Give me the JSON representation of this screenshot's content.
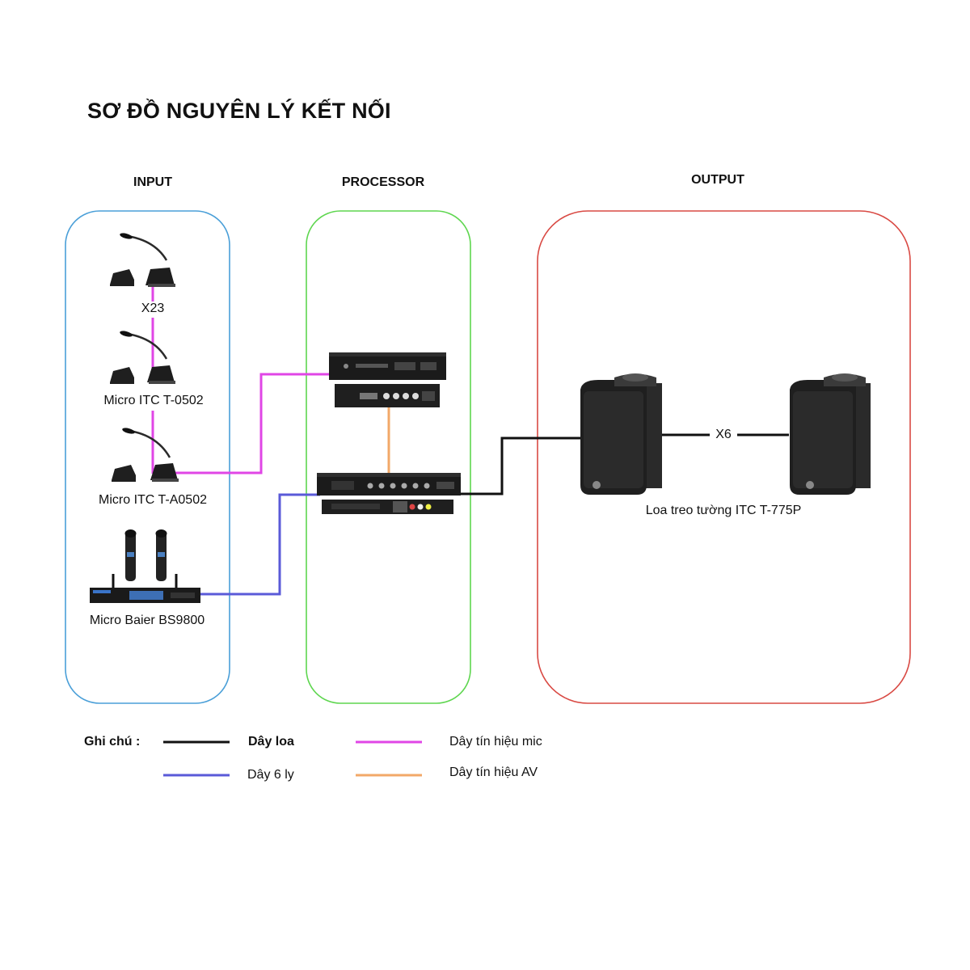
{
  "title": "SƠ ĐỒ NGUYÊN LÝ KẾT NỐI",
  "sections": {
    "input": "INPUT",
    "processor": "PROCESSOR",
    "output": "OUTPUT"
  },
  "devices": {
    "mic_count": "X23",
    "mic_delegate": "Micro ITC T-0502",
    "mic_chairman": "Micro ITC T-A0502",
    "wireless_mic": "Micro Baier BS9800",
    "speaker_count": "X6",
    "speaker": "Loa treo tường ITC T-775P"
  },
  "legend": {
    "heading": "Ghi chú :",
    "speaker_cable": "Dây loa",
    "cable_6mm": "Dây 6 ly",
    "mic_signal": "Dây tín hiệu mic",
    "av_signal": "Dây tín hiệu AV"
  },
  "colors": {
    "input_box": "#4a9fd8",
    "processor_box": "#5ed64f",
    "output_box": "#d94a44",
    "speaker_cable": "#111111",
    "cable_6mm": "#5a5ad8",
    "mic_signal": "#e046e6",
    "av_signal": "#f2a868"
  }
}
